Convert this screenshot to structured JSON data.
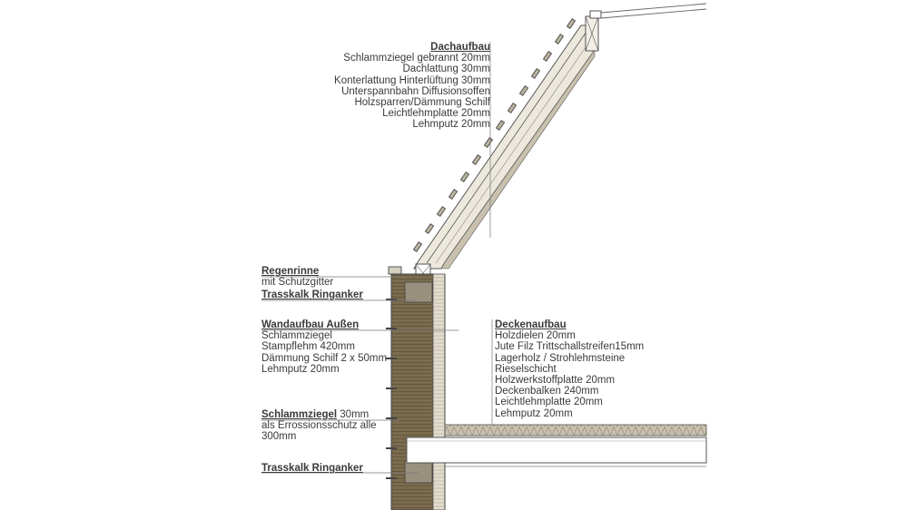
{
  "labels": {
    "roof": {
      "title": "Dachaufbau",
      "lines": [
        "Schlammziegel gebrannt 20mm",
        "Dachlattung 30mm",
        "Konterlattung Hinterlüftung 30mm",
        "Unterspannbahn Diffusionsoffen",
        "Holzsparren/Dämmung Schilf",
        "Leichtlehmplatte 20mm",
        "Lehmputz 20mm"
      ]
    },
    "gutter": {
      "title": "Regenrinne",
      "line": "mit Schutzgitter"
    },
    "ring_anchor_top": {
      "title": "Trasskalk Ringanker"
    },
    "wall": {
      "title": "Wandaufbau Außen",
      "lines": [
        "Schlammziegel",
        "Stampflehm 420mm",
        "Dämmung Schilf 2 x 50mm",
        "Lehmputz 20mm"
      ]
    },
    "erosion": {
      "title": "Schlammziegel",
      "title_suffix": " 30mm",
      "lines": [
        "als Errossionsschutz alle",
        "300mm"
      ]
    },
    "ring_anchor_bottom": {
      "title": "Trasskalk Ringanker"
    },
    "ceiling": {
      "title": "Deckenaufbau",
      "lines": [
        "Holzdielen 20mm",
        "Jute Filz Trittschallstreifen15mm",
        "Lagerholz / Strohlehmsteine",
        "Rieselschicht",
        "Holzwerkstoffplatte 20mm",
        "Deckenbalken 240mm",
        "Leichtlehmplatte 20mm",
        "Lehmputz 20mm"
      ]
    }
  },
  "colors": {
    "earth_wall": "#7b6c4e",
    "ring_anchor": "#a09784",
    "insulation": "#d9d3c4",
    "line": "#555555",
    "leader": "#777777"
  }
}
